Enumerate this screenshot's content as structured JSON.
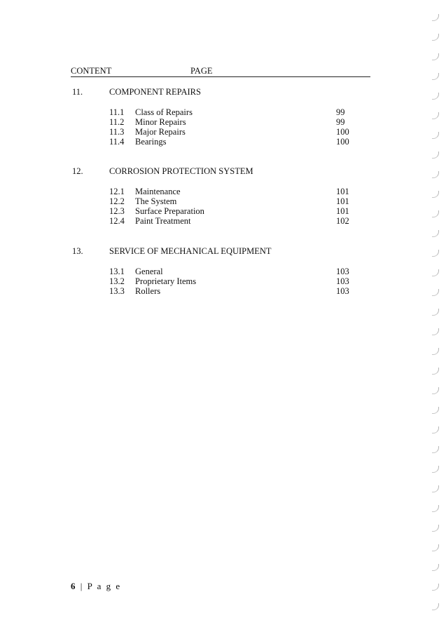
{
  "header": {
    "content_label": "CONTENT",
    "page_label": "PAGE"
  },
  "sections": [
    {
      "number": "11.",
      "title": "COMPONENT REPAIRS",
      "items": [
        {
          "number": "11.1",
          "label": "Class of Repairs",
          "page": "99"
        },
        {
          "number": "11.2",
          "label": "Minor Repairs",
          "page": "99"
        },
        {
          "number": "11.3",
          "label": "Major Repairs",
          "page": "100"
        },
        {
          "number": "11.4",
          "label": "Bearings",
          "page": "100"
        }
      ]
    },
    {
      "number": "12.",
      "title": "CORROSION PROTECTION SYSTEM",
      "items": [
        {
          "number": "12.1",
          "label": "Maintenance",
          "page": "101"
        },
        {
          "number": "12.2",
          "label": "The System",
          "page": "101"
        },
        {
          "number": "12.3",
          "label": "Surface Preparation",
          "page": "101"
        },
        {
          "number": "12.4",
          "label": "Paint Treatment",
          "page": "102"
        }
      ]
    },
    {
      "number": "13.",
      "title": "SERVICE OF MECHANICAL EQUIPMENT",
      "items": [
        {
          "number": "13.1",
          "label": "General",
          "page": "103"
        },
        {
          "number": "13.2",
          "label": "Proprietary Items",
          "page": "103"
        },
        {
          "number": "13.3",
          "label": "Rollers",
          "page": "103"
        }
      ]
    }
  ],
  "footer": {
    "page_number": "6",
    "separator": " | ",
    "page_word": "P a g e"
  }
}
